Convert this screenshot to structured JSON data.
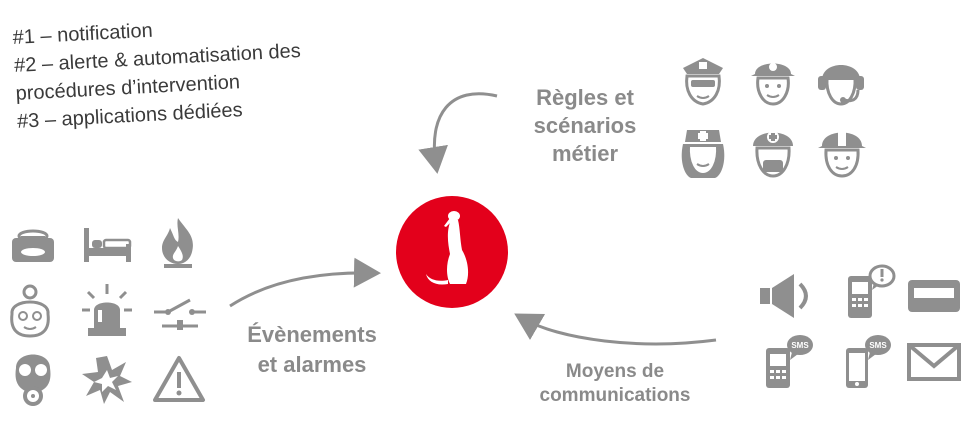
{
  "notes": {
    "line1": "#1 – notification",
    "line2": "#2 – alerte & automatisation des",
    "line3": "procédures d’intervention",
    "line4": "#3 – applications dédiées"
  },
  "labels": {
    "rules_line1": "Règles et",
    "rules_line2": "scénarios",
    "rules_line3": "métier",
    "events_line1": "Évènements",
    "events_line2": "et alarmes",
    "comms_line1": "Moyens de",
    "comms_line2": "communications"
  },
  "sms_badge": "SMS",
  "colors": {
    "accent": "#e3001b",
    "icon_gray": "#8f8f8f",
    "text_gray": "#8a8a8a"
  },
  "icons": {
    "responders": [
      "police-officer-icon",
      "firefighter-icon",
      "operator-headset-icon",
      "nurse-icon",
      "paramedic-icon",
      "construction-worker-icon"
    ],
    "events": [
      "pressure-pad-icon",
      "bed-icon",
      "fire-icon",
      "elderly-person-icon",
      "siren-icon",
      "switch-icon",
      "gas-mask-icon",
      "explosion-icon",
      "warning-icon"
    ],
    "communications": [
      "loudspeaker-icon",
      "phone-alert-icon",
      "pager-icon",
      "phone-sms-icon",
      "smartphone-sms-icon",
      "email-icon"
    ]
  }
}
